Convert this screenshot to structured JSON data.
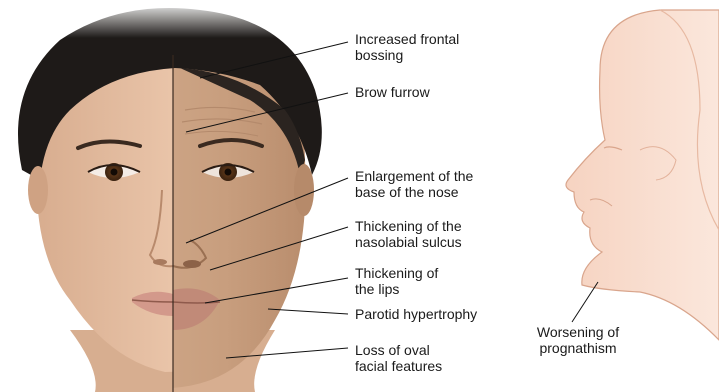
{
  "labels": {
    "frontal_bossing": {
      "line1": "Increased frontal",
      "line2": "bossing"
    },
    "brow_furrow": "Brow furrow",
    "nose_base": {
      "line1": "Enlargement of the",
      "line2": "base of the nose"
    },
    "nasolabial": {
      "line1": "Thickening of the",
      "line2": "nasolabial sulcus"
    },
    "lips": {
      "line1": "Thickening of",
      "line2": "the lips"
    },
    "parotid": "Parotid hypertrophy",
    "oval": {
      "line1": "Loss of oval",
      "line2": "facial features"
    },
    "prognathism": {
      "line1": "Worsening of",
      "line2": "prognathism"
    }
  },
  "colors": {
    "hair": "#1e1a18",
    "skin_normal": "#e5bfa3",
    "skin_affected": "#c9a080",
    "profile_fill": "#f7d9c9",
    "profile_stroke": "#d9a58c",
    "leader_line": "#111111"
  }
}
